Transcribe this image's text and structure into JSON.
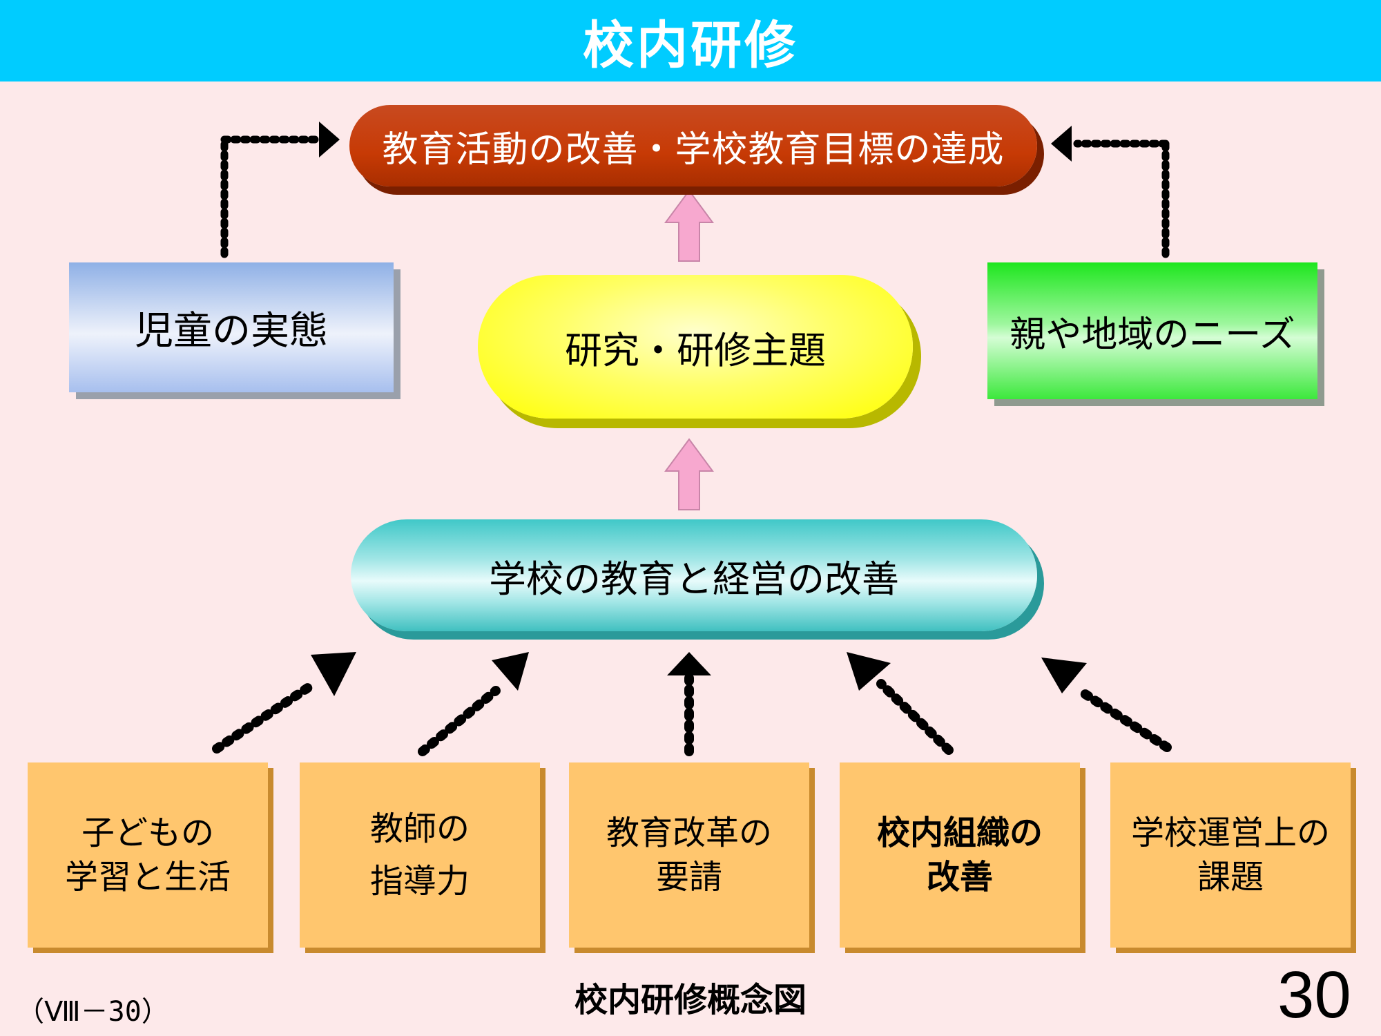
{
  "title": "校内研修",
  "goal": "教育活動の改善・学校教育目標の達成",
  "theme": "研究・研修主題",
  "improvement": "学校の教育と経営の改善",
  "left_box": "児童の実態",
  "right_box": "親や地域のニーズ",
  "bottom_boxes": [
    {
      "line1": "子どもの",
      "line2": "学習と生活"
    },
    {
      "line1": "教師の",
      "line2": "指導力"
    },
    {
      "line1": "教育改革の",
      "line2": "要請"
    },
    {
      "line1": "校内組織の",
      "line2": "改善"
    },
    {
      "line1": "学校運営上の",
      "line2": "課題"
    }
  ],
  "caption": "校内研修概念図",
  "reference": "（Ⅷ－30）",
  "page_number": "30",
  "colors": {
    "title_bar": "#00ccff",
    "goal": "#c73a05",
    "theme": "#ffff00",
    "improvement": "#7fd9d9",
    "left_box": "#b7c9f0",
    "right_box": "#3ee83e",
    "bottom_boxes": "#ffc66e",
    "up_arrows": "#f7a8cf",
    "background": "#fde9ea"
  }
}
